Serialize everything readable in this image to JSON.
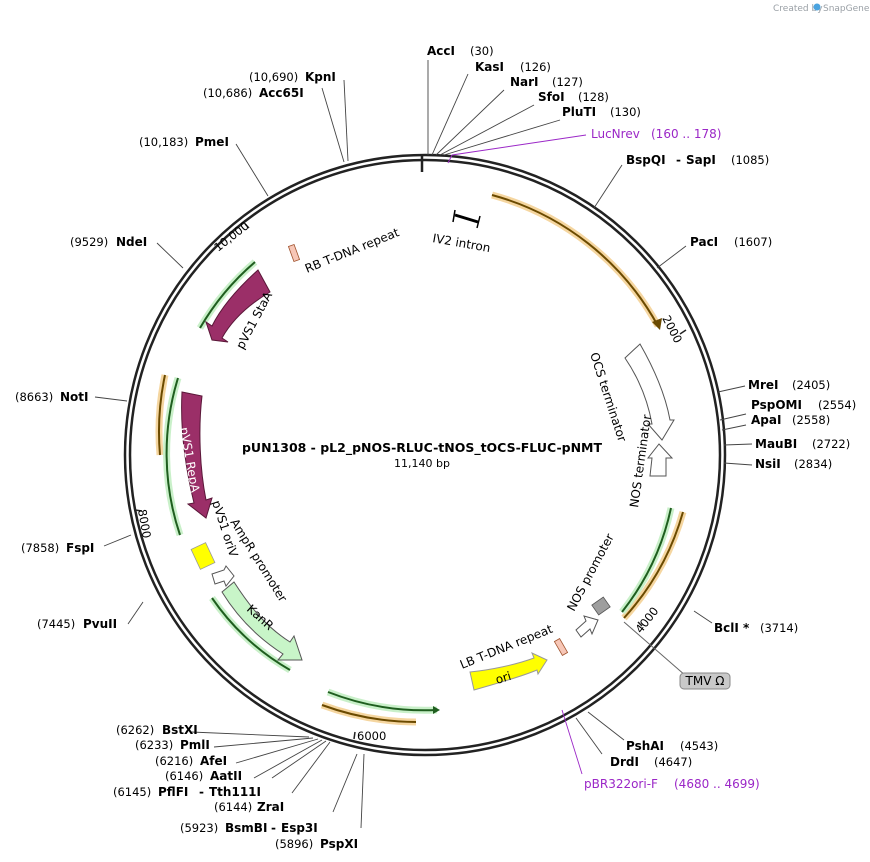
{
  "watermark": {
    "prefix": "Created by",
    "brand": "SnapGene"
  },
  "plasmid": {
    "name": "pUN1308 - pL2_pNOS-RLUC-tNOS_tOCS-FLUC-pNMT",
    "size": "11,140 bp"
  },
  "ticks": [
    "10,000",
    "2000",
    "4000",
    "6000",
    "8000"
  ],
  "sites": [
    {
      "id": "accI",
      "name": "AccI",
      "pos": "(30)"
    },
    {
      "id": "kasI",
      "name": "KasI",
      "pos": "(126)"
    },
    {
      "id": "narI",
      "name": "NarI",
      "pos": "(127)"
    },
    {
      "id": "sfoI",
      "name": "SfoI",
      "pos": "(128)"
    },
    {
      "id": "plutI",
      "name": "PluTI",
      "pos": "(130)"
    },
    {
      "id": "bspqi",
      "name": "BspQI",
      "sep": "-",
      "name2": "SapI",
      "pos": "(1085)"
    },
    {
      "id": "paci",
      "name": "PacI",
      "pos": "(1607)"
    },
    {
      "id": "mrei",
      "name": "MreI",
      "pos": "(2405)"
    },
    {
      "id": "pspomi",
      "name": "PspOMI",
      "pos": "(2554)"
    },
    {
      "id": "apai",
      "name": "ApaI",
      "pos": "(2558)"
    },
    {
      "id": "maubi",
      "name": "MauBI",
      "pos": "(2722)"
    },
    {
      "id": "nsii",
      "name": "NsiI",
      "pos": "(2834)"
    },
    {
      "id": "bcli",
      "name": "BclI *",
      "pos": "(3714)"
    },
    {
      "id": "pshai",
      "name": "PshAI",
      "pos": "(4543)"
    },
    {
      "id": "drdi",
      "name": "DrdI",
      "pos": "(4647)"
    },
    {
      "id": "pspxi",
      "name": "PspXI",
      "pos": "(5896)"
    },
    {
      "id": "bsmbi",
      "name": "BsmBI",
      "sep": "-",
      "name2": "Esp3I",
      "pos": "(5923)"
    },
    {
      "id": "zrai",
      "name": "ZraI",
      "pos": "(6144)"
    },
    {
      "id": "pflfi",
      "name": "PflFI",
      "sep": "-",
      "name2": "Tth111I",
      "pos": "(6145)"
    },
    {
      "id": "aatii",
      "name": "AatII",
      "pos": "(6146)"
    },
    {
      "id": "afei",
      "name": "AfeI",
      "pos": "(6216)"
    },
    {
      "id": "pmli",
      "name": "PmlI",
      "pos": "(6233)"
    },
    {
      "id": "bstxi",
      "name": "BstXI",
      "pos": "(6262)"
    },
    {
      "id": "fspi",
      "name": "FspI",
      "pos": "(7858)"
    },
    {
      "id": "pvuii",
      "name": "PvuII",
      "pos": "(7445)"
    },
    {
      "id": "noti",
      "name": "NotI",
      "pos": "(8663)"
    },
    {
      "id": "ndei",
      "name": "NdeI",
      "pos": "(9529)"
    },
    {
      "id": "pmei",
      "name": "PmeI",
      "pos": "(10,183)"
    },
    {
      "id": "kpni",
      "name": "KpnI",
      "pos": "(10,690)"
    },
    {
      "id": "acc65i",
      "name": "Acc65I",
      "pos": "(10,686)"
    }
  ],
  "primers": [
    {
      "id": "lucnrev",
      "name": "LucNrev",
      "pos": "(160 .. 178)"
    },
    {
      "id": "pbr322ori",
      "name": "pBR322ori-F",
      "pos": "(4680 .. 4699)"
    }
  ],
  "features": {
    "iv2": "IV2 intron",
    "rb": "RB T-DNA repeat",
    "stab": "pVS1 StaA",
    "repa": "pVS1 RepA",
    "oriv": "pVS1 oriV",
    "ampr": "AmpR promoter",
    "kanr": "KanR",
    "lb": "LB T-DNA repeat",
    "ori": "ori",
    "nosp": "NOS promoter",
    "ocs": "OCS terminator",
    "nost": "NOS terminator",
    "tmv": "TMV Ω"
  },
  "colors": {
    "backbone": "#222222",
    "purple_feature": "#9b2f68",
    "yellow_feature": "#ffff00",
    "green_feature": "#c8f5c8",
    "orf_orange": "#f5a623",
    "orf_green": "#5cb85c",
    "primer": "#9b27c7",
    "grey_feature": "#9e9e9e",
    "rb_lb": "#f7c7b7"
  }
}
